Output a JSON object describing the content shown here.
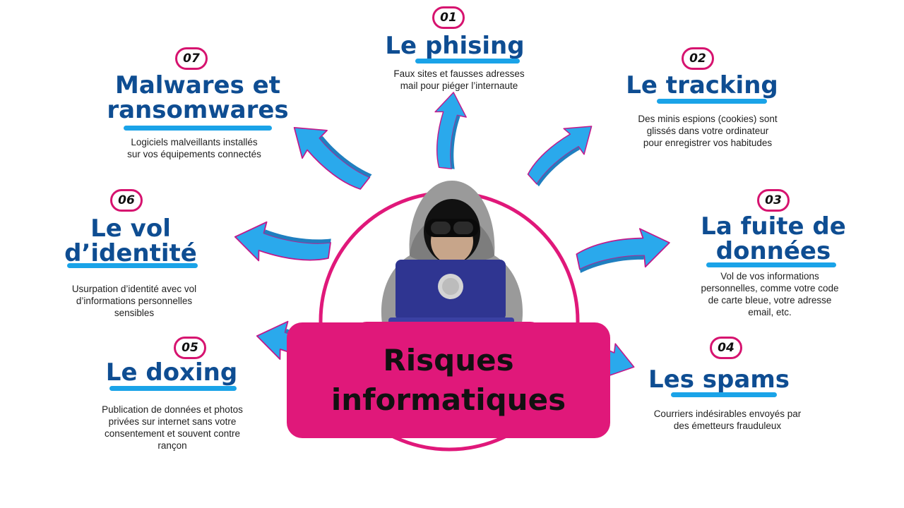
{
  "center": {
    "title": "Risques\ninformatiques"
  },
  "colors": {
    "accent_pink": "#e0187a",
    "title_blue": "#0e4d92",
    "arrow_blue": "#2aa9ec",
    "underline_blue": "#1aa3e8"
  },
  "items": [
    {
      "number": "01",
      "title": "Le phising",
      "description": "Faux sites et fausses adresses\nmail pour piéger l’internaute"
    },
    {
      "number": "02",
      "title": "Le tracking",
      "description": "Des minis espions (cookies) sont\nglissés dans votre ordinateur\npour enregistrer vos habitudes"
    },
    {
      "number": "03",
      "title": "La fuite de\ndonnées",
      "description": "Vol de vos informations\npersonnelles, comme votre code\nde carte bleue, votre adresse\nemail, etc."
    },
    {
      "number": "04",
      "title": "Les spams",
      "description": "Courriers indésirables envoyés par\ndes émetteurs frauduleux"
    },
    {
      "number": "05",
      "title": "Le doxing",
      "description": "Publication de données et photos\nprivées sur internet sans votre\nconsentement et souvent contre\nrançon"
    },
    {
      "number": "06",
      "title": "Le vol\nd’identité",
      "description": "Usurpation d’identité avec vol\nd’informations personnelles\nsensibles"
    },
    {
      "number": "07",
      "title": "Malwares et\nransomwares",
      "description": "Logiciels malveillants installés\nsur vos équipements connectés"
    }
  ]
}
